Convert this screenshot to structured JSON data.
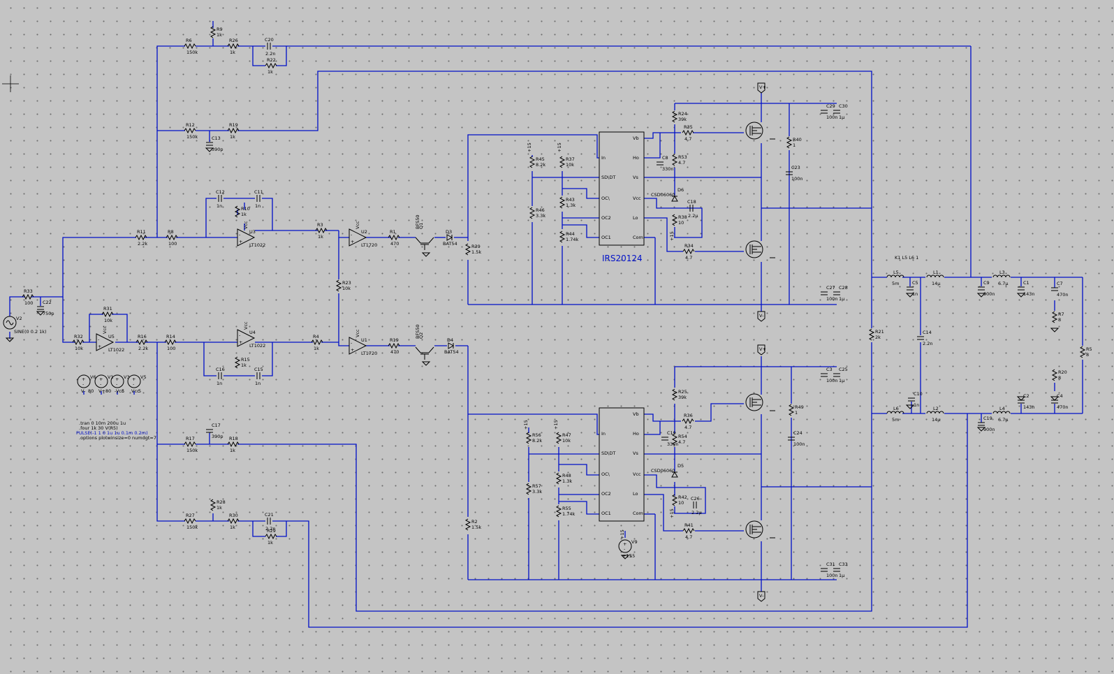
{
  "app": {
    "name": "LTspice",
    "view": "schematic"
  },
  "ic_label": "IRS20124",
  "directives": [
    ".tran 0 10m 200u 1u",
    ".four 1k 30 V(R5)",
    "PULSE(-1 1 0 1u 1u 0.1m 0.2m)",
    ".options plotwinsize=0 numdgt=7"
  ],
  "couplings": "K1 L5 L6 1",
  "source_v2": {
    "ref": "V2",
    "value": "SINE(0 0.2 1k)"
  },
  "supplies": [
    {
      "ref": "V6",
      "value": "80",
      "net": "V-"
    },
    {
      "ref": "V1",
      "value": "80",
      "net": "V+"
    },
    {
      "ref": "V3",
      "value": "5",
      "net": "-Vcc"
    },
    {
      "ref": "V5",
      "value": "5",
      "net": "Vcc"
    },
    {
      "ref": "V9",
      "value": "15",
      "net": "+15"
    }
  ],
  "ic_pins": {
    "left": [
      "In",
      "SD\\DT",
      "OC\\",
      "OC2",
      "OC1"
    ],
    "right": [
      "Vb",
      "Ho",
      "Vs",
      "Vcc",
      "Lo",
      "Com"
    ]
  },
  "resistors": [
    {
      "ref": "R33",
      "value": "100"
    },
    {
      "ref": "R11",
      "value": "2.2k"
    },
    {
      "ref": "R8",
      "value": "100"
    },
    {
      "ref": "R10",
      "value": "1k"
    },
    {
      "ref": "R6",
      "value": "150k"
    },
    {
      "ref": "R9",
      "value": "1k"
    },
    {
      "ref": "R26",
      "value": "1k"
    },
    {
      "ref": "R22",
      "value": "1k"
    },
    {
      "ref": "R12",
      "value": "150k"
    },
    {
      "ref": "R19",
      "value": "1k"
    },
    {
      "ref": "R31",
      "value": "10k"
    },
    {
      "ref": "R32",
      "value": "10k"
    },
    {
      "ref": "R16",
      "value": "2.2k"
    },
    {
      "ref": "R14",
      "value": "100"
    },
    {
      "ref": "R15",
      "value": "1k"
    },
    {
      "ref": "R3",
      "value": "1k"
    },
    {
      "ref": "R23",
      "value": "10k"
    },
    {
      "ref": "R4",
      "value": "1k"
    },
    {
      "ref": "R1",
      "value": "470"
    },
    {
      "ref": "R19",
      "value": "470"
    },
    {
      "ref": "R39",
      "value": "1.5k"
    },
    {
      "ref": "R2",
      "value": "1.5k"
    },
    {
      "ref": "R45",
      "value": "8.2k"
    },
    {
      "ref": "R46",
      "value": "3.3k"
    },
    {
      "ref": "R37",
      "value": "10k"
    },
    {
      "ref": "R43",
      "value": "1.3k"
    },
    {
      "ref": "R44",
      "value": "1.74k"
    },
    {
      "ref": "R24",
      "value": "39k"
    },
    {
      "ref": "R35",
      "value": "4.7"
    },
    {
      "ref": "R53",
      "value": "4.7"
    },
    {
      "ref": "R38",
      "value": "10"
    },
    {
      "ref": "R34",
      "value": "4.7"
    },
    {
      "ref": "R40",
      "value": "1"
    },
    {
      "ref": "R56",
      "value": "8.2k"
    },
    {
      "ref": "R57",
      "value": "3.3k"
    },
    {
      "ref": "R47",
      "value": "10k"
    },
    {
      "ref": "R48",
      "value": "1.3k"
    },
    {
      "ref": "R55",
      "value": "1.74k"
    },
    {
      "ref": "R25",
      "value": "39k"
    },
    {
      "ref": "R36",
      "value": "4.7"
    },
    {
      "ref": "R54",
      "value": "4.7"
    },
    {
      "ref": "R42",
      "value": "10"
    },
    {
      "ref": "R41",
      "value": "4.7"
    },
    {
      "ref": "R49",
      "value": "1"
    },
    {
      "ref": "R21",
      "value": "2k"
    },
    {
      "ref": "R7",
      "value": "8"
    },
    {
      "ref": "R20",
      "value": "8"
    },
    {
      "ref": "R5",
      "value": "8"
    },
    {
      "ref": "R17",
      "value": "150k"
    },
    {
      "ref": "R18",
      "value": "1k"
    },
    {
      "ref": "R28",
      "value": "1k"
    },
    {
      "ref": "R27",
      "value": "150k"
    },
    {
      "ref": "R30",
      "value": "1k"
    },
    {
      "ref": "R29",
      "value": "1k"
    }
  ],
  "capacitors": [
    {
      "ref": "C22",
      "value": "750p"
    },
    {
      "ref": "C12",
      "value": "1n"
    },
    {
      "ref": "C11",
      "value": "1n"
    },
    {
      "ref": "C20",
      "value": "2.2n"
    },
    {
      "ref": "C13",
      "value": "390p"
    },
    {
      "ref": "C16",
      "value": "1n"
    },
    {
      "ref": "C15",
      "value": "1n"
    },
    {
      "ref": "C17",
      "value": "390p"
    },
    {
      "ref": "C21",
      "value": "2.2n"
    },
    {
      "ref": "C8",
      "value": "330n"
    },
    {
      "ref": "C18",
      "value": "2.2µ"
    },
    {
      "ref": "C29",
      "value": "100n"
    },
    {
      "ref": "C30",
      "value": "1µ"
    },
    {
      "ref": "C23",
      "value": "100n"
    },
    {
      "ref": "C27",
      "value": "100n"
    },
    {
      "ref": "C28",
      "value": "1µ"
    },
    {
      "ref": "C5",
      "value": "1n"
    },
    {
      "ref": "C9",
      "value": "900n"
    },
    {
      "ref": "C1",
      "value": "143n"
    },
    {
      "ref": "C7",
      "value": "470n"
    },
    {
      "ref": "C14",
      "value": "2.2n"
    },
    {
      "ref": "C10",
      "value": "1n"
    },
    {
      "ref": "C19",
      "value": "900n"
    },
    {
      "ref": "C2",
      "value": "143n"
    },
    {
      "ref": "C4",
      "value": "470n"
    },
    {
      "ref": "C3",
      "value": "100n"
    },
    {
      "ref": "C25",
      "value": "1µ"
    },
    {
      "ref": "C24",
      "value": "100n"
    },
    {
      "ref": "C19",
      "value": "330n"
    },
    {
      "ref": "C26",
      "value": "2.2µ"
    },
    {
      "ref": "C31",
      "value": "100n"
    },
    {
      "ref": "C33",
      "value": "1µ"
    }
  ],
  "inductors": [
    {
      "ref": "L5",
      "value": "5m"
    },
    {
      "ref": "L1",
      "value": "14µ"
    },
    {
      "ref": "L3",
      "value": "6.7µ"
    },
    {
      "ref": "L6",
      "value": "5m"
    },
    {
      "ref": "L2",
      "value": "14µ"
    },
    {
      "ref": "L4",
      "value": "6.7µ"
    }
  ],
  "opamps": [
    {
      "ref": "U3",
      "part": "LT1022"
    },
    {
      "ref": "U4",
      "part": "LT1022"
    },
    {
      "ref": "U5",
      "part": "LT1022"
    },
    {
      "ref": "U2",
      "part": "LT1720"
    },
    {
      "ref": "U1",
      "part": "LT1720"
    }
  ],
  "transistors": [
    {
      "ref": "Q1",
      "part": "BFS50"
    },
    {
      "ref": "Q2",
      "part": "BFS50"
    }
  ],
  "diodes": [
    {
      "ref": "D3",
      "part": "BAT54"
    },
    {
      "ref": "D4",
      "part": "BAT54"
    },
    {
      "ref": "D6",
      "part": "CSD06060"
    },
    {
      "ref": "D5",
      "part": "CSD06060"
    }
  ],
  "nets": {
    "vpos": "V+",
    "vneg": "V-",
    "vcc": "Vcc",
    "nvcc": "-Vcc",
    "p15": "+15"
  }
}
